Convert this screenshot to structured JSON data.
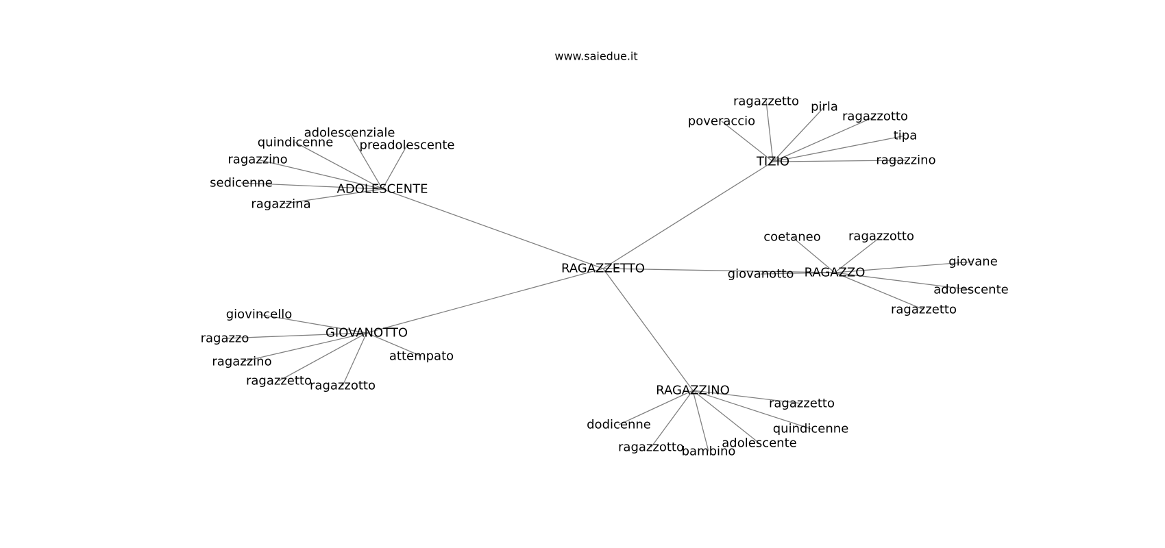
{
  "watermark": "www.saiedue.it",
  "graph": {
    "nodes": [
      {
        "id": "center",
        "label": "RAGAZZETTO"
      },
      {
        "id": "tizio",
        "label": "TIZIO"
      },
      {
        "id": "tizio-1",
        "label": "ragazzetto"
      },
      {
        "id": "tizio-2",
        "label": "pirla"
      },
      {
        "id": "tizio-3",
        "label": "poveraccio"
      },
      {
        "id": "tizio-4",
        "label": "ragazzotto"
      },
      {
        "id": "tizio-5",
        "label": "tipa"
      },
      {
        "id": "tizio-6",
        "label": "ragazzino"
      },
      {
        "id": "adolescente",
        "label": "ADOLESCENTE"
      },
      {
        "id": "adol-1",
        "label": "adolescenziale"
      },
      {
        "id": "adol-2",
        "label": "quindicenne"
      },
      {
        "id": "adol-3",
        "label": "preadolescente"
      },
      {
        "id": "adol-4",
        "label": "ragazzino"
      },
      {
        "id": "adol-5",
        "label": "sedicenne"
      },
      {
        "id": "adol-6",
        "label": "ragazzina"
      },
      {
        "id": "ragazzo",
        "label": "RAGAZZO"
      },
      {
        "id": "ragazzo-1",
        "label": "coetaneo"
      },
      {
        "id": "ragazzo-2",
        "label": "ragazzotto"
      },
      {
        "id": "ragazzo-3",
        "label": "giovane"
      },
      {
        "id": "ragazzo-4",
        "label": "giovanotto"
      },
      {
        "id": "ragazzo-5",
        "label": "adolescente"
      },
      {
        "id": "ragazzo-6",
        "label": "ragazzetto"
      },
      {
        "id": "giovanotto",
        "label": "GIOVANOTTO"
      },
      {
        "id": "giov-1",
        "label": "giovincello"
      },
      {
        "id": "giov-2",
        "label": "ragazzo"
      },
      {
        "id": "giov-3",
        "label": "attempato"
      },
      {
        "id": "giov-4",
        "label": "ragazzino"
      },
      {
        "id": "giov-5",
        "label": "ragazzetto"
      },
      {
        "id": "giov-6",
        "label": "ragazzotto"
      },
      {
        "id": "ragazzino",
        "label": "RAGAZZINO"
      },
      {
        "id": "rino-1",
        "label": "ragazzetto"
      },
      {
        "id": "rino-2",
        "label": "dodicenne"
      },
      {
        "id": "rino-3",
        "label": "quindicenne"
      },
      {
        "id": "rino-4",
        "label": "adolescente"
      },
      {
        "id": "rino-5",
        "label": "ragazzotto"
      },
      {
        "id": "rino-6",
        "label": "bambino"
      }
    ],
    "edges": [
      [
        "center",
        "tizio"
      ],
      [
        "center",
        "adolescente"
      ],
      [
        "center",
        "ragazzo"
      ],
      [
        "center",
        "giovanotto"
      ],
      [
        "center",
        "ragazzino"
      ],
      [
        "tizio",
        "tizio-1"
      ],
      [
        "tizio",
        "tizio-2"
      ],
      [
        "tizio",
        "tizio-3"
      ],
      [
        "tizio",
        "tizio-4"
      ],
      [
        "tizio",
        "tizio-5"
      ],
      [
        "tizio",
        "tizio-6"
      ],
      [
        "adolescente",
        "adol-1"
      ],
      [
        "adolescente",
        "adol-2"
      ],
      [
        "adolescente",
        "adol-3"
      ],
      [
        "adolescente",
        "adol-4"
      ],
      [
        "adolescente",
        "adol-5"
      ],
      [
        "adolescente",
        "adol-6"
      ],
      [
        "ragazzo",
        "ragazzo-1"
      ],
      [
        "ragazzo",
        "ragazzo-2"
      ],
      [
        "ragazzo",
        "ragazzo-3"
      ],
      [
        "ragazzo",
        "ragazzo-4"
      ],
      [
        "ragazzo",
        "ragazzo-5"
      ],
      [
        "ragazzo",
        "ragazzo-6"
      ],
      [
        "giovanotto",
        "giov-1"
      ],
      [
        "giovanotto",
        "giov-2"
      ],
      [
        "giovanotto",
        "giov-3"
      ],
      [
        "giovanotto",
        "giov-4"
      ],
      [
        "giovanotto",
        "giov-5"
      ],
      [
        "giovanotto",
        "giov-6"
      ],
      [
        "ragazzino",
        "rino-1"
      ],
      [
        "ragazzino",
        "rino-2"
      ],
      [
        "ragazzino",
        "rino-3"
      ],
      [
        "ragazzino",
        "rino-4"
      ],
      [
        "ragazzino",
        "rino-5"
      ],
      [
        "ragazzino",
        "rino-6"
      ]
    ]
  }
}
